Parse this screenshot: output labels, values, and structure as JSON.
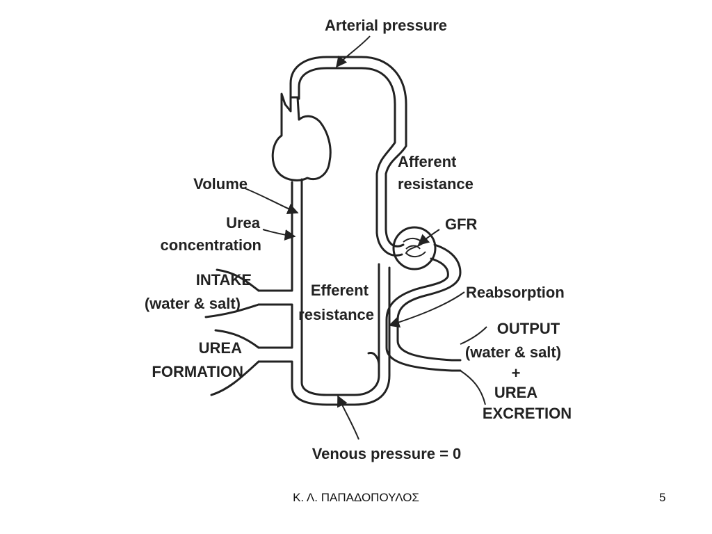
{
  "labels": {
    "arterial": "Arterial pressure",
    "afferent_1": "Afferent",
    "afferent_2": "resistance",
    "gfr": "GFR",
    "volume": "Volume",
    "urea_1": "Urea",
    "urea_2": "concentration",
    "intake_1": "INTAKE",
    "intake_2": "(water & salt)",
    "efferent_1": "Efferent",
    "efferent_2": "resistance",
    "reabsorption": "Reabsorption",
    "urea_form_1": "UREA",
    "urea_form_2": "FORMATION",
    "output_1": "OUTPUT",
    "output_2": "(water & salt)",
    "output_3": "+",
    "output_4": "UREA",
    "output_5": "EXCRETION",
    "venous": "Venous pressure = 0"
  },
  "footer": {
    "author": "Κ. Λ. ΠΑΠΑΔΟΠΟΥΛΟΣ",
    "page": "5"
  }
}
